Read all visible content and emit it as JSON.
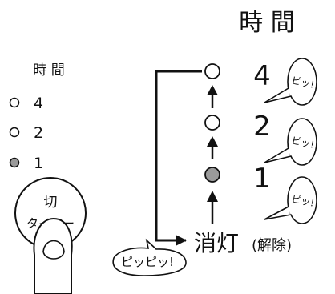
{
  "title": "時 間",
  "panel": {
    "heading": "時 間",
    "levels": [
      {
        "label": "4",
        "lit": false
      },
      {
        "label": "2",
        "lit": false
      },
      {
        "label": "1",
        "lit": true
      }
    ]
  },
  "button": {
    "line1": "切",
    "line2": "タイマー"
  },
  "sequence": [
    {
      "label": "4",
      "lit": false,
      "beep": "ピッ!"
    },
    {
      "label": "2",
      "lit": false,
      "beep": "ピッ!"
    },
    {
      "label": "1",
      "lit": true,
      "beep": "ピッ!"
    }
  ],
  "off_state": {
    "main": "消灯",
    "sub": "(解除)"
  },
  "press_beep": "ピッピッ!",
  "colors": {
    "ink": "#111111",
    "lamp_lit": "#9a9a9a",
    "lamp_off": "#ffffff"
  }
}
